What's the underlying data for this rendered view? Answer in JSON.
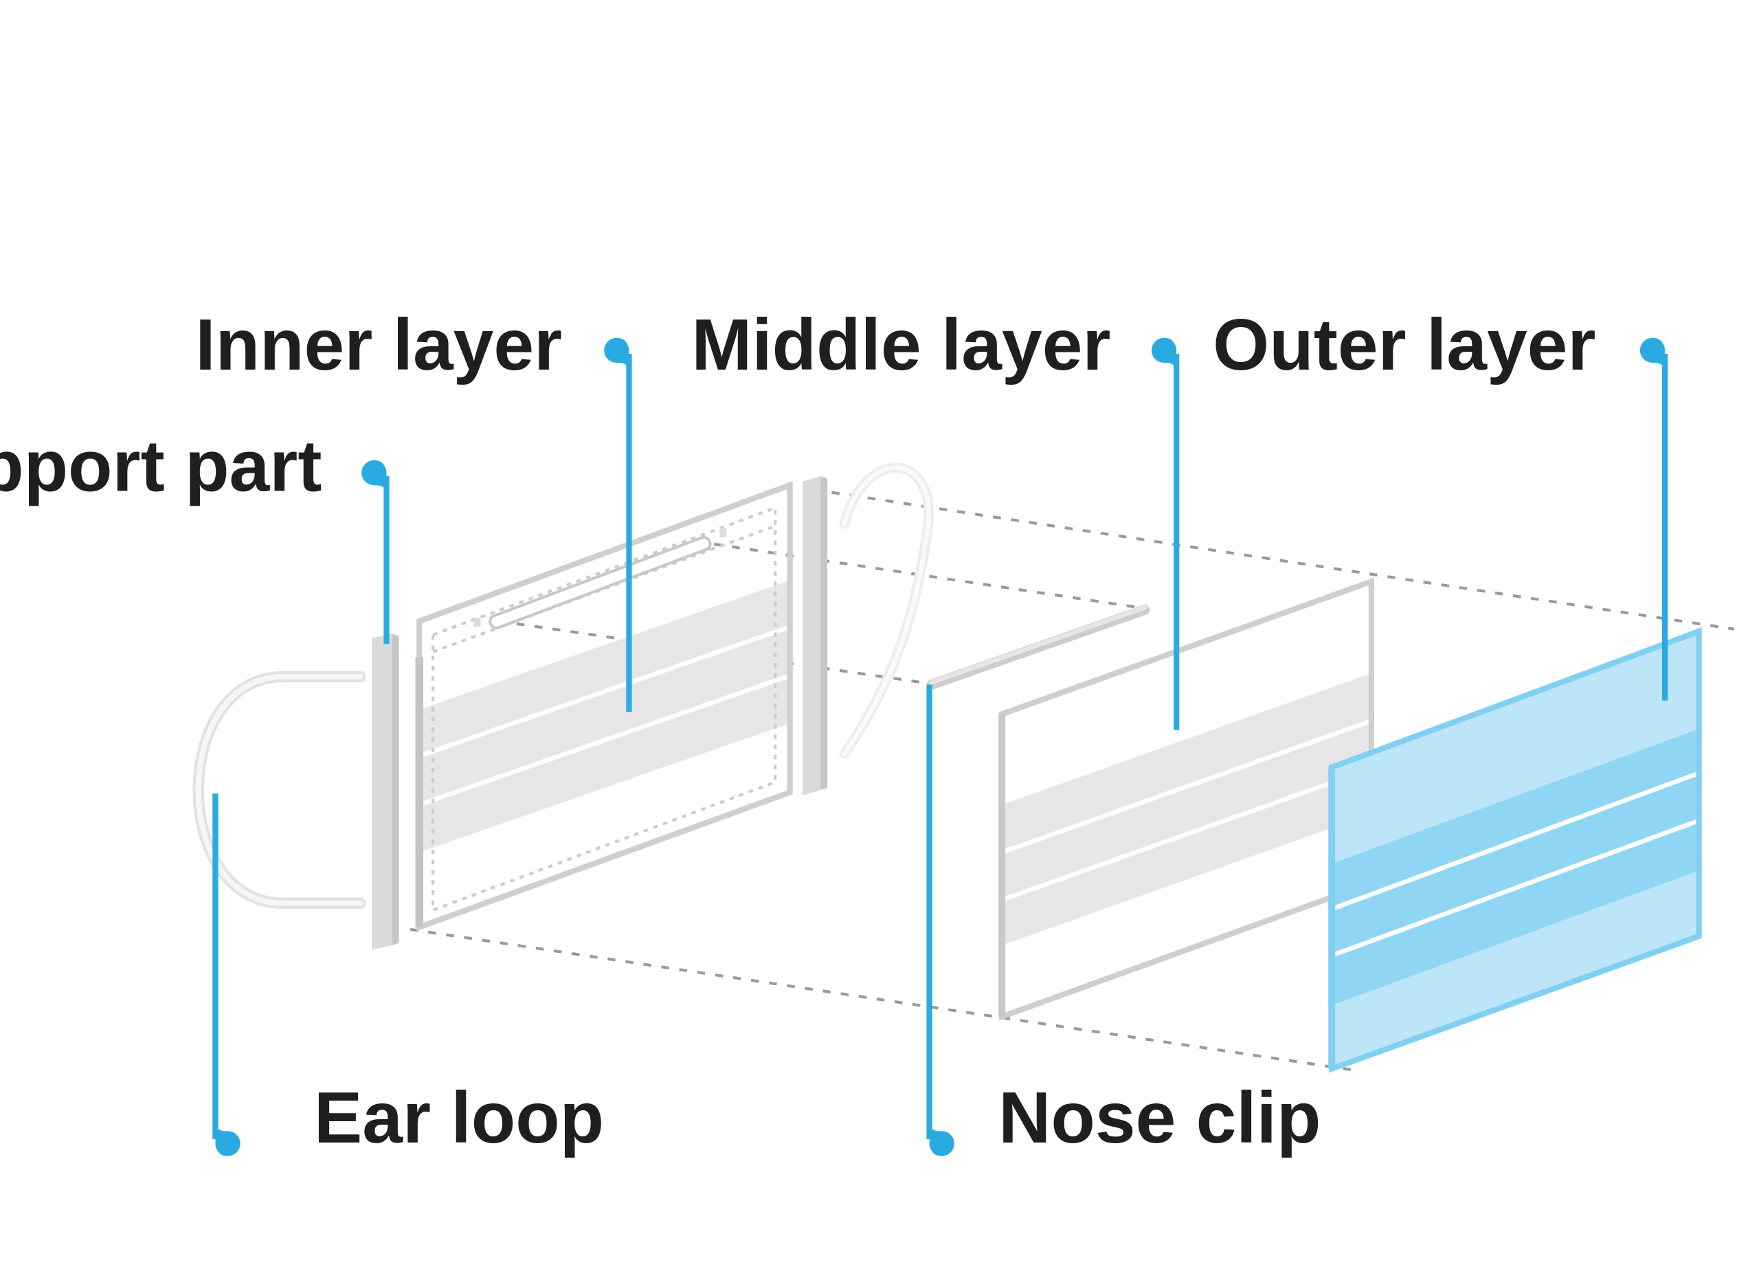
{
  "labels": {
    "inner_layer": "Inner layer",
    "middle_layer": "Middle layer",
    "outer_layer": "Outer layer",
    "support_part": "Support part",
    "ear_loop": "Ear loop",
    "nose_clip": "Nose clip"
  },
  "colors": {
    "accent": "#29abe2",
    "text": "#1f1f1f",
    "outer_layer_fill": "#bde5f8",
    "outer_layer_band": "#8fd6f5",
    "outer_layer_edge": "#7fd0f3",
    "grey_band": "#e6e6e9",
    "frame": "#cfcfcf"
  }
}
